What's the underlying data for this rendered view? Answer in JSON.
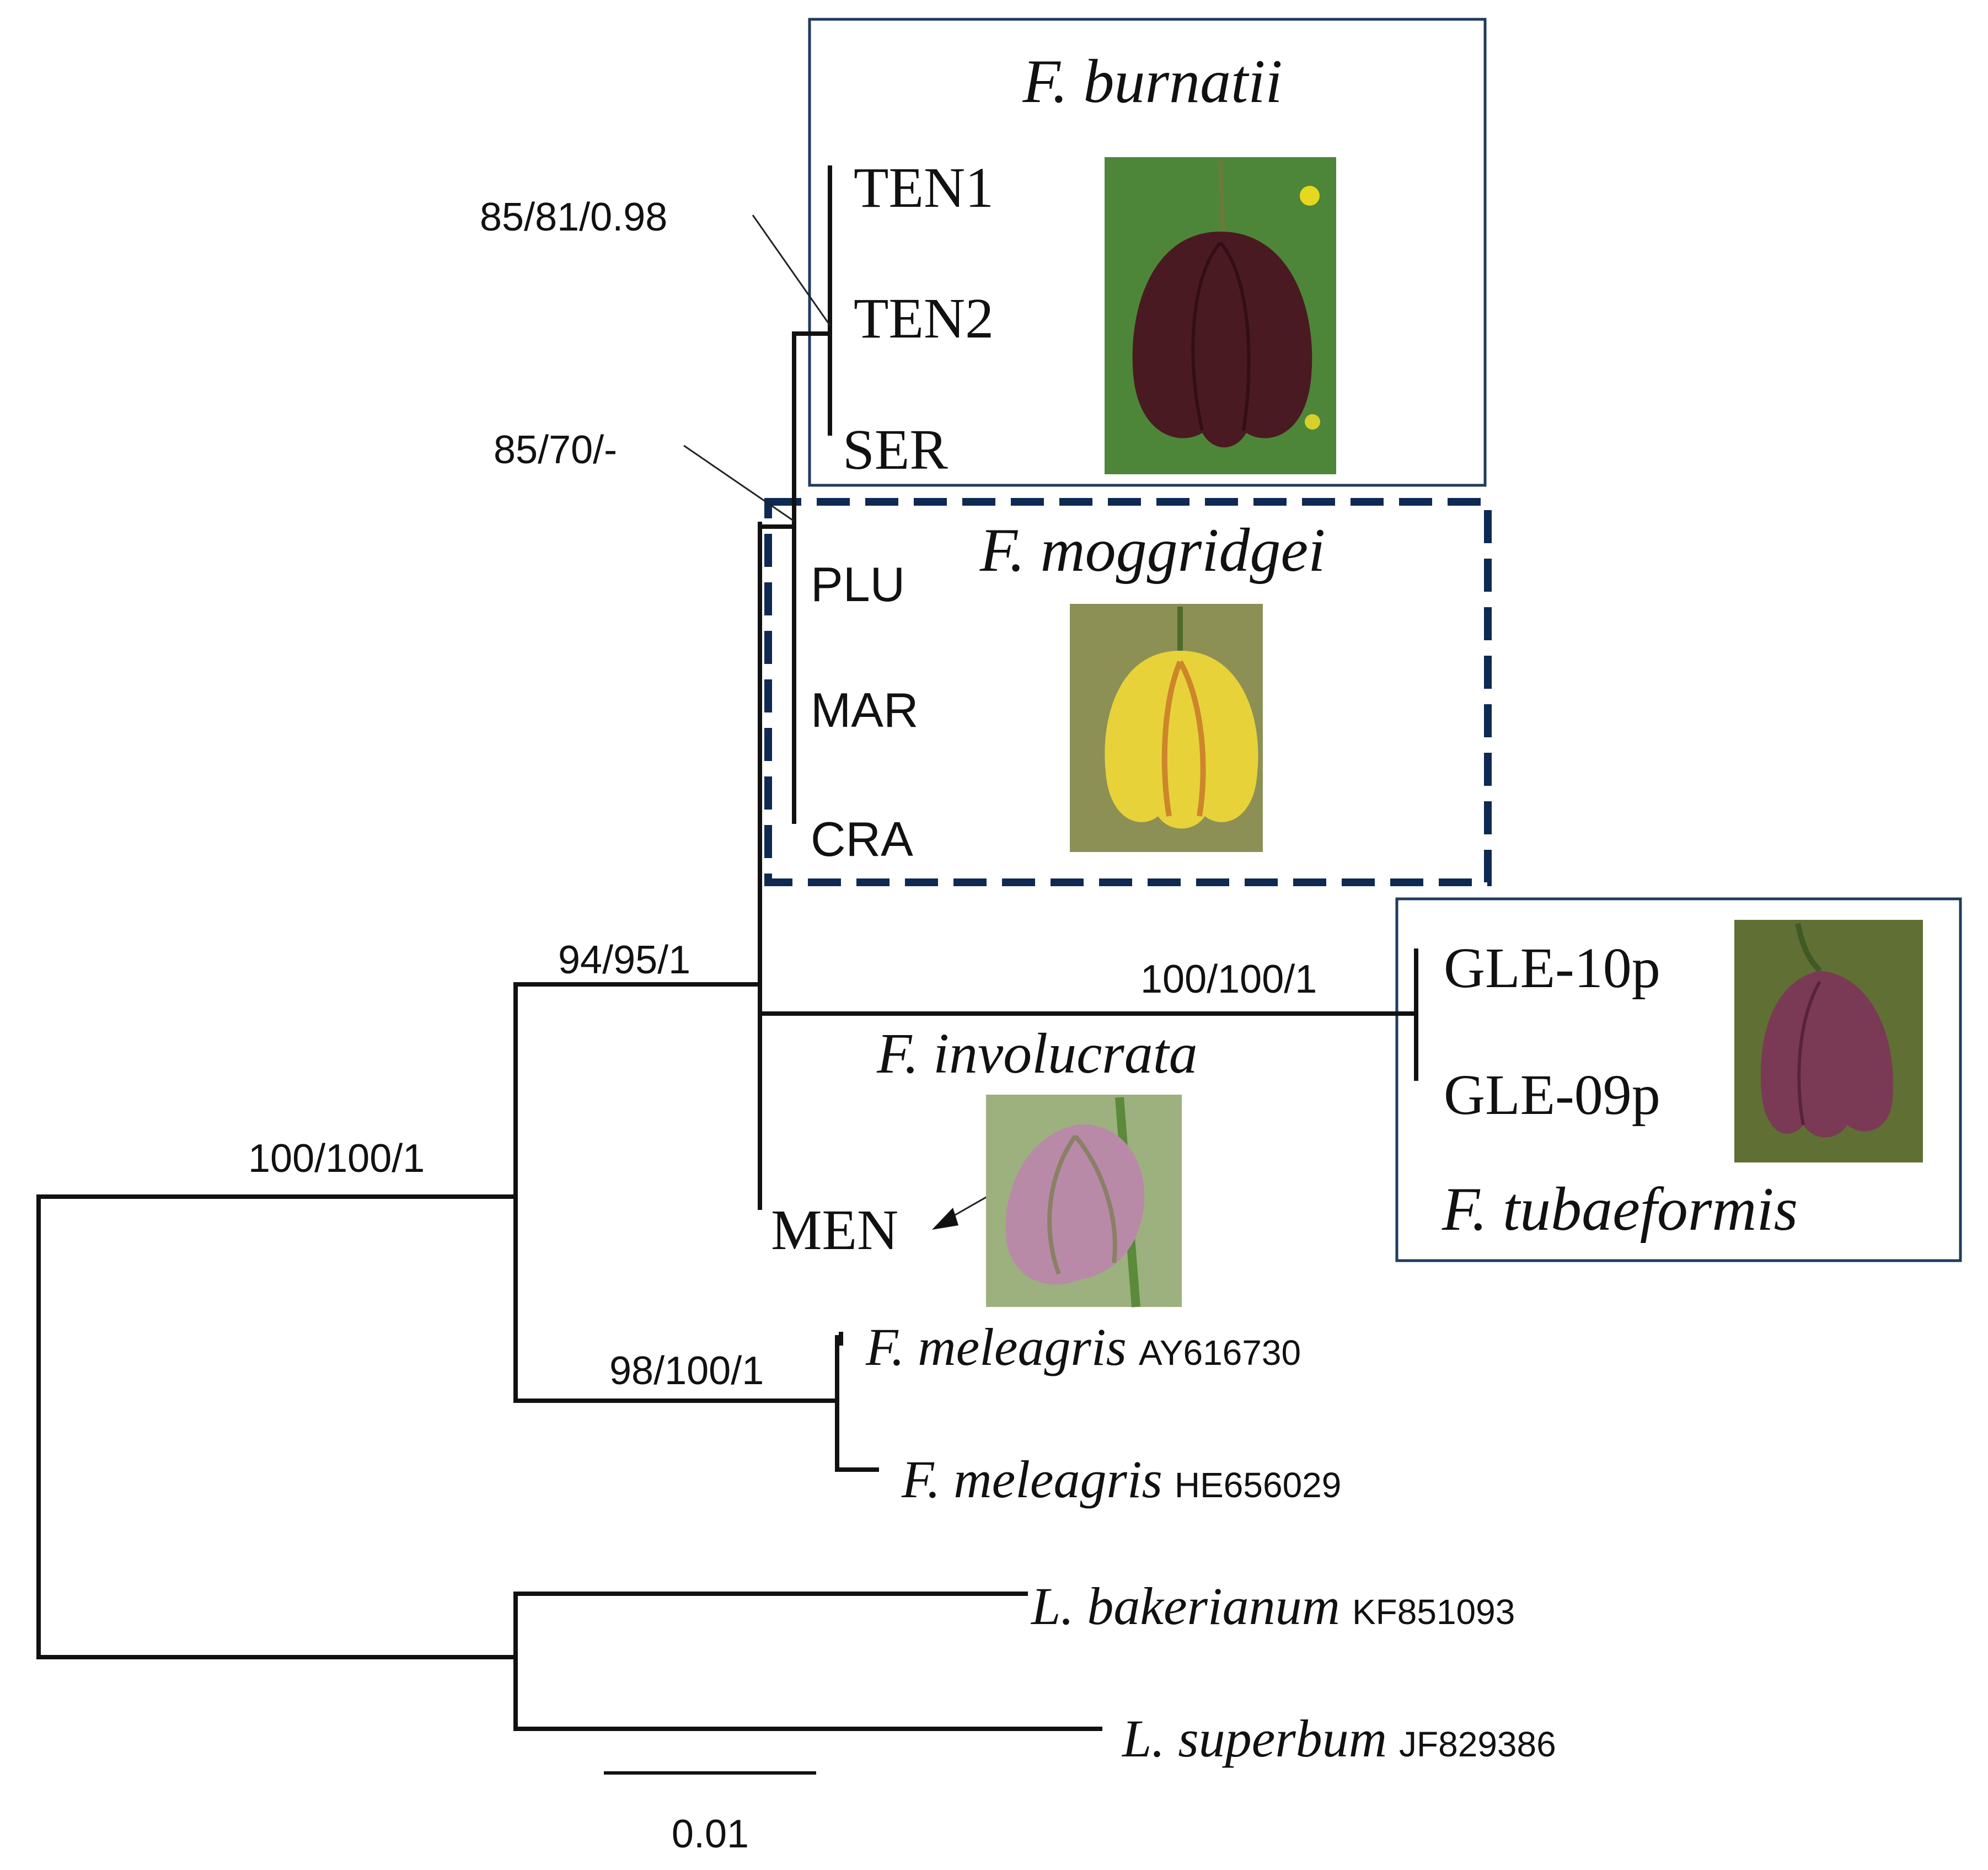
{
  "colors": {
    "box_border": "#1f3b5e",
    "dashed_border": "#0e2a52",
    "burnatii_flower": "#4a1a22",
    "moggridgei_flower": "#e8d23a",
    "tubaeformis_flower": "#7a3a55",
    "involucrata_flower": "#b98aa8",
    "foliage": "#4e8a3a"
  },
  "clades": {
    "burnatii": {
      "title": "F. burnatii",
      "tips": [
        "TEN1",
        "TEN2",
        "SER"
      ]
    },
    "moggridgei": {
      "title": "F. moggridgei",
      "tips": [
        "PLU",
        "MAR",
        "CRA"
      ]
    },
    "tubaeformis": {
      "title": "F. tubaeformis",
      "tips": [
        "GLE-10p",
        "GLE-09p"
      ]
    },
    "involucrata": {
      "title": "F. involucrata",
      "tip": "MEN"
    }
  },
  "outgroups": [
    {
      "species": "F. meleagris",
      "accession": "AY616730"
    },
    {
      "species": "F. meleagris",
      "accession": "HE656029"
    },
    {
      "species": "L. bakerianum",
      "accession": "KF851093"
    },
    {
      "species": "L. superbum",
      "accession": "JF829386"
    }
  ],
  "support": {
    "root": "100/100/1",
    "fritillaria": "94/95/1",
    "burnatii": "85/81/0.98",
    "burn_mogg": "85/70/-",
    "tubaeformis": "100/100/1",
    "meleagris": "98/100/1"
  },
  "scale": {
    "label": "0.01"
  }
}
